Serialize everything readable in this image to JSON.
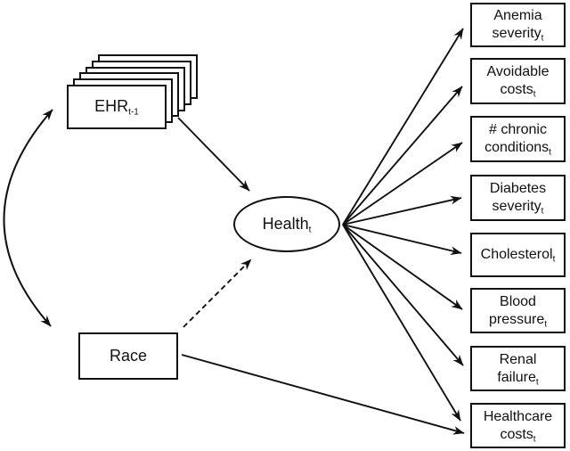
{
  "diagram": {
    "nodes": {
      "ehr": {
        "label": "EHR",
        "sub": "t-1"
      },
      "race": {
        "label": "Race",
        "sub": ""
      },
      "health": {
        "label": "Health",
        "sub": "t"
      }
    },
    "outcomes": [
      {
        "id": "anemia-severity",
        "line1": "Anemia",
        "line2": "severity",
        "sub": "t"
      },
      {
        "id": "avoidable-costs",
        "line1": "Avoidable",
        "line2": "costs",
        "sub": "t"
      },
      {
        "id": "chronic-conditions",
        "line1": "# chronic",
        "line2": "conditions",
        "sub": "t"
      },
      {
        "id": "diabetes-severity",
        "line1": "Diabetes",
        "line2": "severity",
        "sub": "t"
      },
      {
        "id": "cholesterol",
        "line1": "",
        "line2": "Cholesterol",
        "sub": "t"
      },
      {
        "id": "blood-pressure",
        "line1": "Blood",
        "line2": "pressure",
        "sub": "t"
      },
      {
        "id": "renal-failure",
        "line1": "Renal",
        "line2": "failure",
        "sub": "t"
      },
      {
        "id": "healthcare-costs",
        "line1": "Healthcare",
        "line2": "costs",
        "sub": "t"
      }
    ],
    "edges": [
      {
        "from": "ehr",
        "to": "race",
        "style": "curved-double-headed"
      },
      {
        "from": "ehr",
        "to": "health",
        "style": "solid"
      },
      {
        "from": "race",
        "to": "health",
        "style": "dashed"
      },
      {
        "from": "race",
        "to": "healthcare-costs",
        "style": "solid"
      },
      {
        "from": "health",
        "to": "anemia-severity",
        "style": "solid"
      },
      {
        "from": "health",
        "to": "avoidable-costs",
        "style": "solid"
      },
      {
        "from": "health",
        "to": "chronic-conditions",
        "style": "solid"
      },
      {
        "from": "health",
        "to": "diabetes-severity",
        "style": "solid"
      },
      {
        "from": "health",
        "to": "cholesterol",
        "style": "solid"
      },
      {
        "from": "health",
        "to": "blood-pressure",
        "style": "solid"
      },
      {
        "from": "health",
        "to": "renal-failure",
        "style": "solid"
      },
      {
        "from": "health",
        "to": "healthcare-costs",
        "style": "solid"
      }
    ],
    "colors": {
      "line": "#111111",
      "background": "#ffffff",
      "text": "#111111"
    }
  }
}
